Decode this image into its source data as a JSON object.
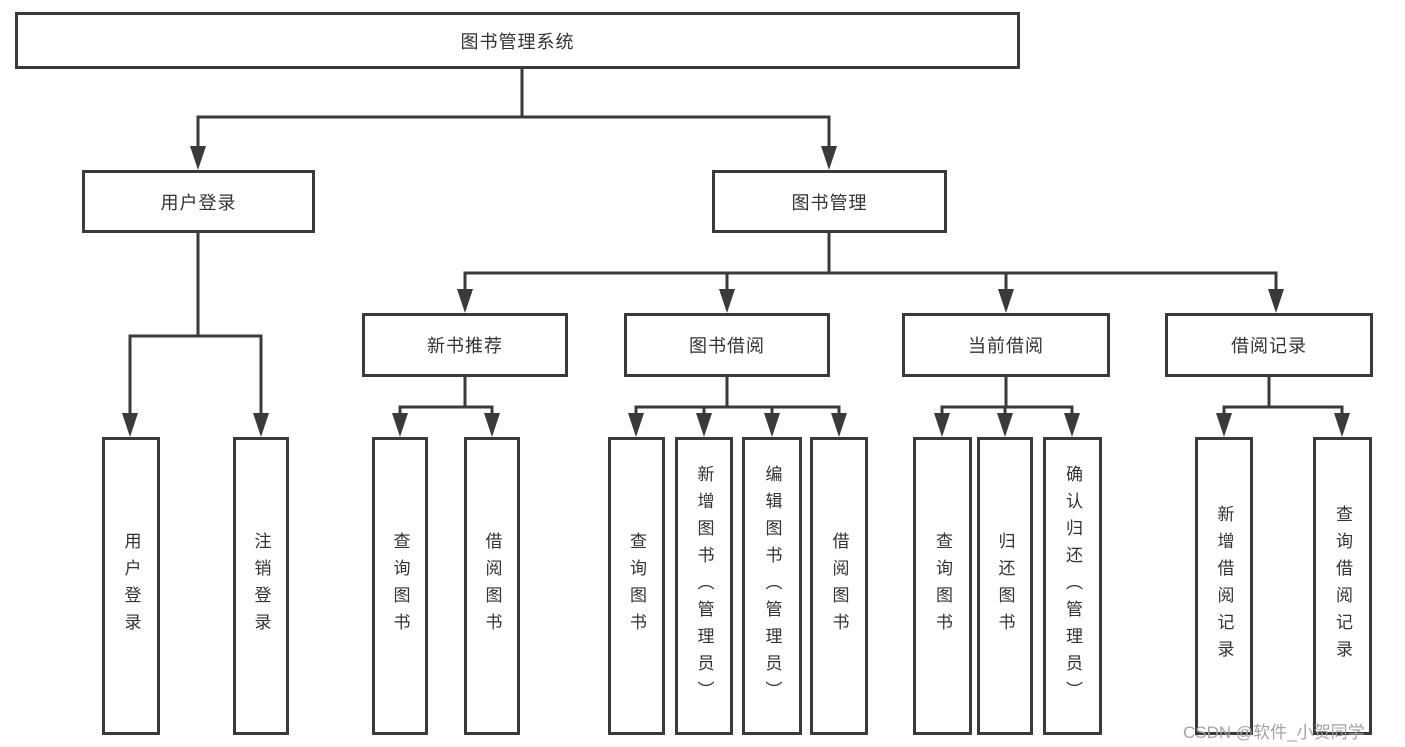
{
  "tree": {
    "root": {
      "label": "图书管理系统",
      "children": [
        {
          "label": "用户登录",
          "children": [
            {
              "label": "用户登录"
            },
            {
              "label": "注销登录"
            }
          ]
        },
        {
          "label": "图书管理",
          "children": [
            {
              "label": "新书推荐",
              "children": [
                {
                  "label": "查询图书"
                },
                {
                  "label": "借阅图书"
                }
              ]
            },
            {
              "label": "图书借阅",
              "children": [
                {
                  "label": "查询图书"
                },
                {
                  "label": "新增图书（管理员）"
                },
                {
                  "label": "编辑图书（管理员）"
                },
                {
                  "label": "借阅图书"
                }
              ]
            },
            {
              "label": "当前借阅",
              "children": [
                {
                  "label": "查询图书"
                },
                {
                  "label": "归还图书"
                },
                {
                  "label": "确认归还（管理员）"
                }
              ]
            },
            {
              "label": "借阅记录",
              "children": [
                {
                  "label": "新增借阅记录"
                },
                {
                  "label": "查询借阅记录"
                }
              ]
            }
          ]
        }
      ]
    }
  },
  "watermark": {
    "text": "CSDN @软件_小贺同学"
  },
  "colors": {
    "line": "#3a3a3a",
    "text": "#333333",
    "background": "#ffffff",
    "watermark": "#a3a3a3"
  }
}
